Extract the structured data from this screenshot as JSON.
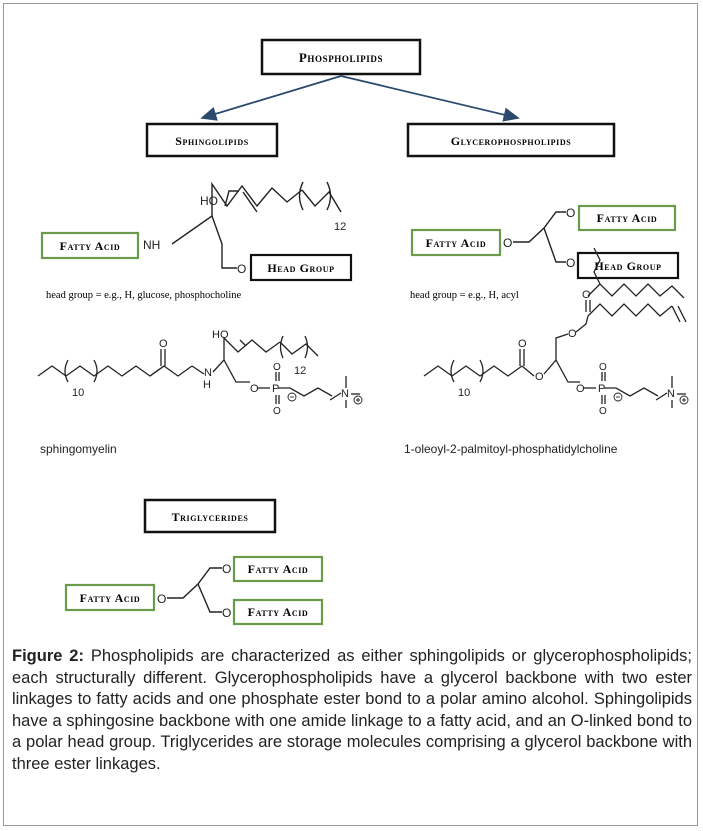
{
  "boxes": {
    "phospholipids": "Phospholipids",
    "sphingolipids": "Sphingolipids",
    "glycerophospholipids": "Glycerophospholipids",
    "triglycerides": "Triglycerides",
    "fatty_acid": "Fatty Acid",
    "head_group": "Head Group"
  },
  "structures": {
    "sphingo_general": {
      "note": "head group = e.g., H, glucose, phosphocholine",
      "ho": "HO",
      "nh": "NH",
      "o": "O",
      "n12": "12"
    },
    "glycero_general": {
      "note": "head group = e.g., H, acyl",
      "o": "O"
    },
    "sphingomyelin": {
      "name": "sphingomyelin",
      "ho": "HO",
      "o": "O",
      "n": "N",
      "h": "H",
      "p": "P",
      "n10": "10",
      "n12": "12"
    },
    "popc": {
      "name": "1-oleoyl-2-palmitoyl-phosphatidylcholine",
      "o": "O",
      "p": "P",
      "n": "N",
      "n10": "10"
    }
  },
  "colors": {
    "green_border": "#6a9a4a",
    "black_border": "#111111",
    "arrow": "#2c4a6e"
  },
  "caption": {
    "label": "Figure 2:",
    "text": " Phospholipids are characterized as either sphingolipids or glycerophospholipids; each structurally different. Glycerophospholipids have a glycerol backbone with two ester linkages to fatty acids and one phosphate ester bond to a polar amino alcohol. Sphingolipids have a sphingosine backbone with one amide linkage to a fatty acid, and an O-linked bond to a polar head group. Triglycerides are storage molecules comprising a glycerol backbone with three ester linkages."
  }
}
